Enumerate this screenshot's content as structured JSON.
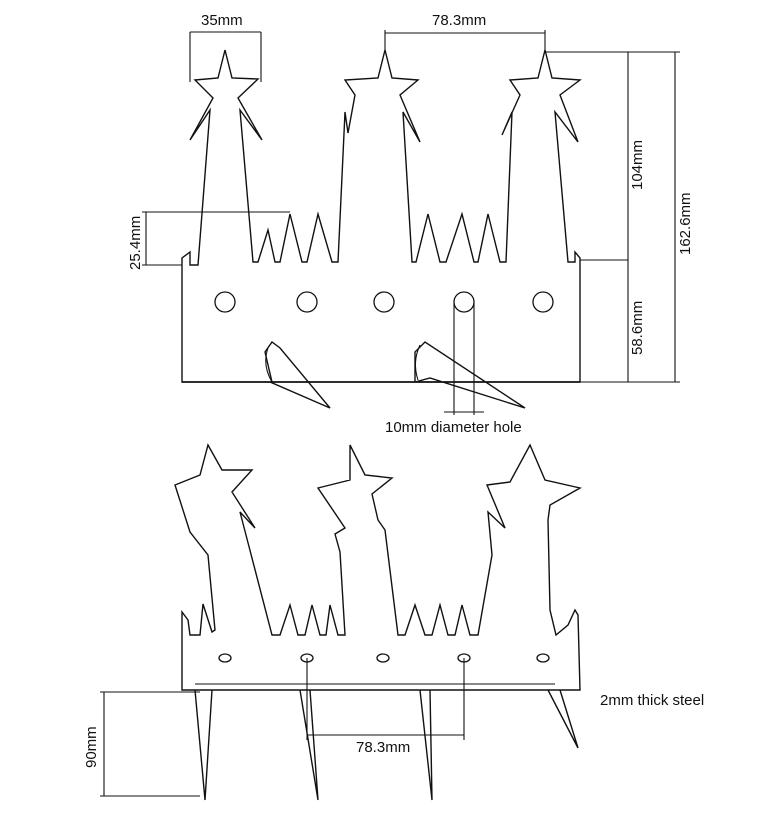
{
  "top_view": {
    "dims": {
      "spike_width": "35mm",
      "spike_pitch": "78.3mm",
      "spike_height": "104mm",
      "total_height": "162.6mm",
      "tooth_height": "25.4mm",
      "base_height": "58.6mm"
    },
    "hole_label": "10mm diameter hole"
  },
  "bottom_view": {
    "dims": {
      "leg_length": "90mm",
      "leg_pitch": "78.3mm"
    },
    "material_label": "2mm thick steel"
  }
}
